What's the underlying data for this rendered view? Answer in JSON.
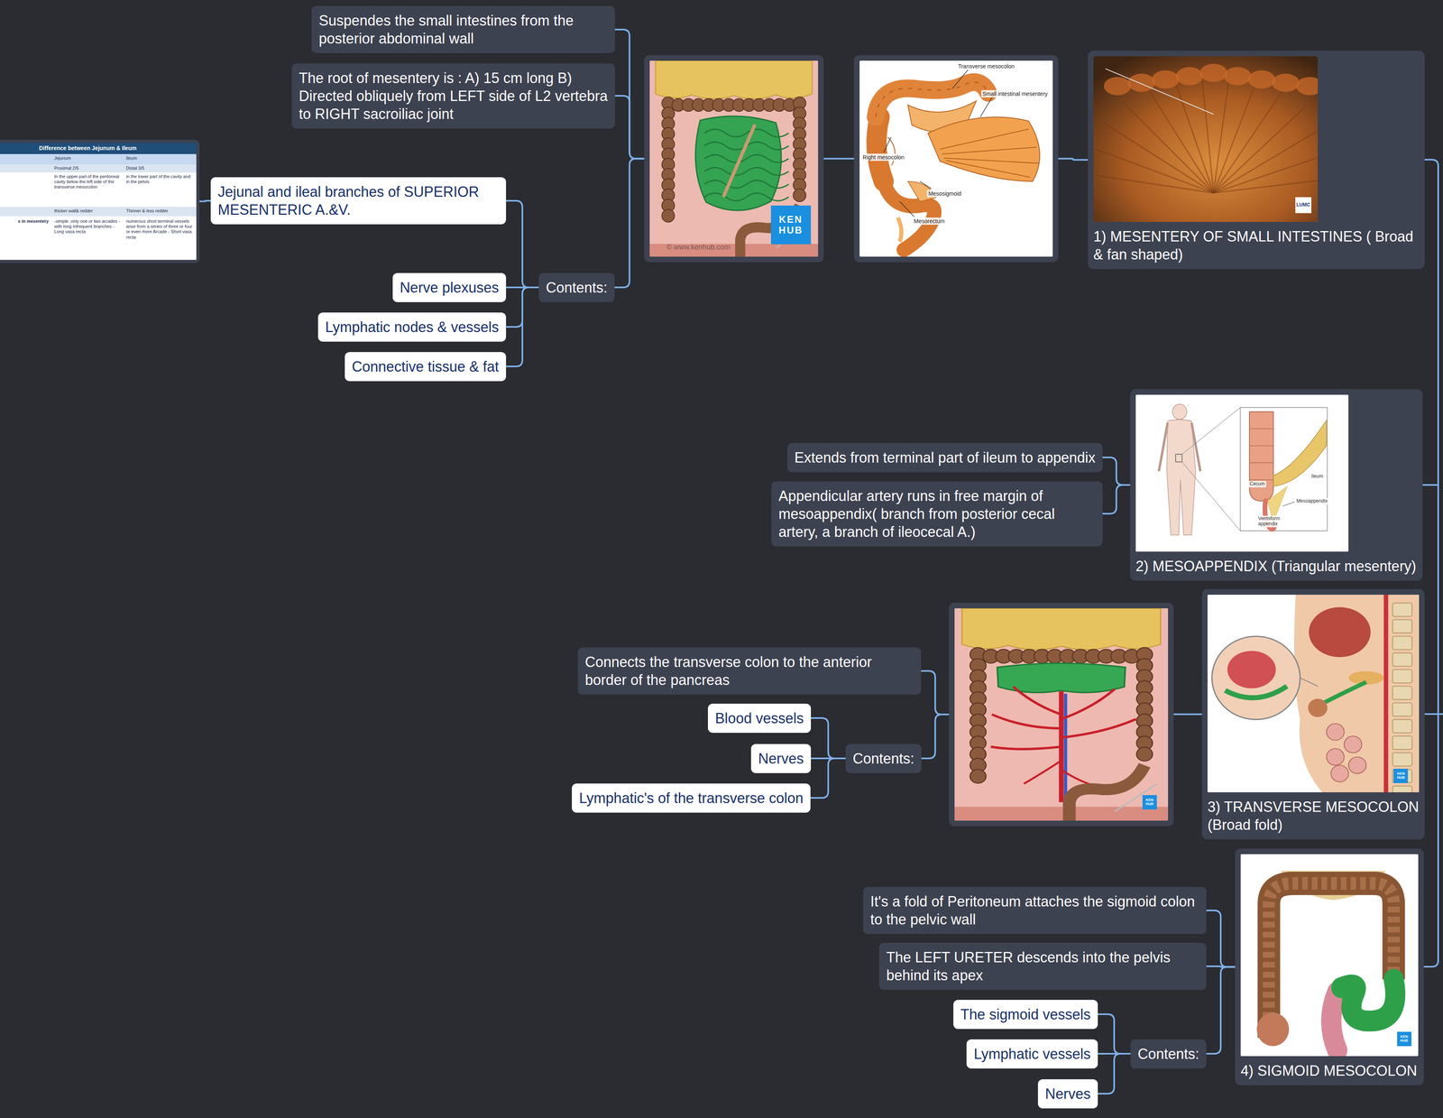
{
  "diagram": {
    "nodes": [
      {
        "text": [
          "1) MESENTERY OF SMALL INTESTINES ( Broad & fan shaped)",
          "LUMC"
        ]
      },
      {
        "text": [
          "Transverse mesocolon",
          "Small intestinal mesentery",
          "Right mesocolon",
          "Mesosigmoid",
          "Mesorectum"
        ]
      },
      {
        "text": [
          "KEN HUB",
          "© www.kenhub.com"
        ]
      },
      {
        "text": [
          "Suspendes the small intestines from the posterior abdominal wall"
        ]
      },
      {
        "text": [
          "The root of mesentery is : A) 15 cm long B) Directed obliquely from LEFT side of L2 vertebra to RIGHT sacroiliac joint"
        ]
      },
      {
        "text": [
          "Contents:"
        ]
      },
      {
        "text": [
          "Jejunal and ileal branches of SUPERIOR MESENTERIC A.&V."
        ]
      },
      {
        "text": [
          "Nerve plexuses"
        ]
      },
      {
        "text": [
          "Lymphatic nodes & vessels"
        ]
      },
      {
        "text": [
          "Connective tissue & fat"
        ]
      },
      {
        "text": [
          "Difference between Jejunum & Ileum"
        ]
      },
      {
        "text": [
          "2) MESOAPPENDIX (Triangular mesentery)",
          "Cecum",
          "Ileum",
          "Mesoappendix",
          "Vermiform appendix"
        ]
      },
      {
        "text": [
          "Extends from terminal part of ileum to appendix"
        ]
      },
      {
        "text": [
          "Appendicular artery runs in free margin of mesoappendix( branch from posterior cecal artery, a branch of ileocecal A.)"
        ]
      },
      {
        "text": [
          "3) TRANSVERSE MESOCOLON (Broad fold)",
          "KEN HUB"
        ]
      },
      {
        "text": [
          "KEN HUB"
        ]
      },
      {
        "text": [
          "Connects the transverse colon to the anterior border of the pancreas"
        ]
      },
      {
        "text": [
          "Contents:"
        ]
      },
      {
        "text": [
          "Blood vessels"
        ]
      },
      {
        "text": [
          "Nerves"
        ]
      },
      {
        "text": [
          "Lymphatic's of the transverse colon"
        ]
      },
      {
        "text": [
          "4) SIGMOID MESOCOLON",
          "KEN HUB"
        ]
      },
      {
        "text": [
          "It's a fold of Peritoneum attaches the sigmoid colon to the pelvic wall"
        ]
      },
      {
        "text": [
          "The LEFT URETER descends into the pelvis behind its apex"
        ]
      },
      {
        "text": [
          "Contents:"
        ]
      },
      {
        "text": [
          "The sigmoid vessels"
        ]
      },
      {
        "text": [
          "Lymphatic vessels"
        ]
      },
      {
        "text": [
          "Nerves"
        ]
      }
    ],
    "edges": [
      {
        "from": 0,
        "to": 1,
        "arrow": "none"
      },
      {
        "from": 1,
        "to": 2,
        "arrow": "none"
      },
      {
        "from": 2,
        "to": 3,
        "arrow": "none"
      },
      {
        "from": 2,
        "to": 4,
        "arrow": "none"
      },
      {
        "from": 2,
        "to": 5,
        "arrow": "none"
      },
      {
        "from": 5,
        "to": 6,
        "arrow": "none"
      },
      {
        "from": 5,
        "to": 7,
        "arrow": "none"
      },
      {
        "from": 5,
        "to": 8,
        "arrow": "none"
      },
      {
        "from": 5,
        "to": 9,
        "arrow": "none"
      },
      {
        "from": 6,
        "to": 10,
        "arrow": "none"
      },
      {
        "from": 11,
        "to": 12,
        "arrow": "none"
      },
      {
        "from": 11,
        "to": 13,
        "arrow": "none"
      },
      {
        "from": 14,
        "to": 15,
        "arrow": "none"
      },
      {
        "from": 15,
        "to": 16,
        "arrow": "none"
      },
      {
        "from": 15,
        "to": 17,
        "arrow": "none"
      },
      {
        "from": 17,
        "to": 18,
        "arrow": "none"
      },
      {
        "from": 17,
        "to": 19,
        "arrow": "none"
      },
      {
        "from": 17,
        "to": 20,
        "arrow": "none"
      },
      {
        "from": 21,
        "to": 22,
        "arrow": "none"
      },
      {
        "from": 21,
        "to": 23,
        "arrow": "none"
      },
      {
        "from": 21,
        "to": 24,
        "arrow": "none"
      },
      {
        "from": 24,
        "to": 25,
        "arrow": "none"
      },
      {
        "from": 24,
        "to": 26,
        "arrow": "none"
      },
      {
        "from": 24,
        "to": 27,
        "arrow": "none"
      }
    ],
    "labels": [
      "Jejunum",
      "Ileum",
      "Proximal 2/5",
      "Distal 3/5",
      "In the upper part of the peritoneal cavity below the left side of the transverse mesocolon",
      "in the lower part of the cavity and in the pelvis",
      "thicker wall& redder",
      "Thinner & less redder",
      "s in mesentery",
      "-simple ,only one or two arcades -with long infrequent branches -Long vasa recta",
      "numerous short terminal vessels arise from a series of three or four or even more Arcade - Short vasa recta"
    ]
  }
}
